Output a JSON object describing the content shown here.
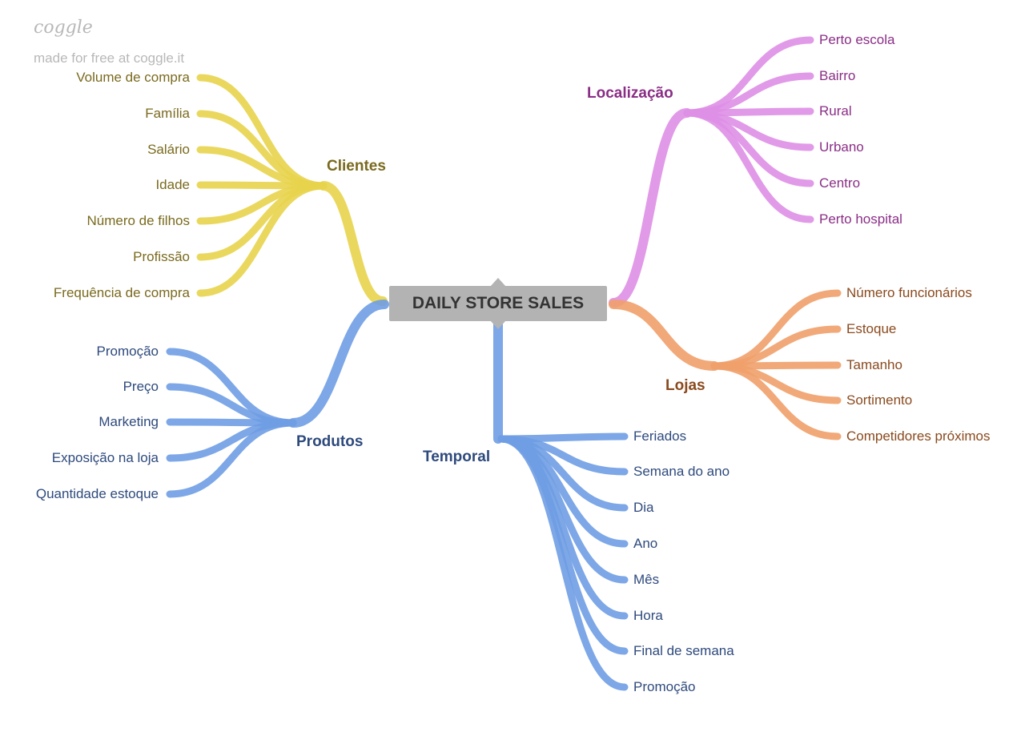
{
  "brand": {
    "logo": "coggle",
    "tagline": "made for free at coggle.it"
  },
  "root": {
    "label": "DAILY STORE SALES"
  },
  "branches": {
    "clientes": {
      "label": "Clientes",
      "color": "#e8d44d",
      "text_color": "#7a6a1e",
      "items": [
        "Volume de compra",
        "Família",
        "Salário",
        "Idade",
        "Número de filhos",
        "Profissão",
        "Frequência de compra"
      ]
    },
    "produtos": {
      "label": "Produtos",
      "color": "#6f9de3",
      "text_color": "#2e4a7d",
      "items": [
        "Promoção",
        "Preço",
        "Marketing",
        "Exposição na loja",
        "Quantidade estoque"
      ]
    },
    "temporal": {
      "label": "Temporal",
      "color": "#6f9de3",
      "text_color": "#2e4a7d",
      "items": [
        "Feriados",
        "Semana do ano",
        "Dia",
        "Ano",
        "Mês",
        "Hora",
        "Final de semana",
        "Promoção"
      ]
    },
    "localizacao": {
      "label": "Localização",
      "color": "#de8fe6",
      "text_color": "#8a2e86",
      "items": [
        "Perto escola",
        "Bairro",
        "Rural",
        "Urbano",
        "Centro",
        "Perto hospital"
      ]
    },
    "lojas": {
      "label": "Lojas",
      "color": "#f0a06a",
      "text_color": "#8a4a1e",
      "items": [
        "Número funcionários",
        "Estoque",
        "Tamanho",
        "Sortimento",
        "Competidores próximos"
      ]
    }
  }
}
